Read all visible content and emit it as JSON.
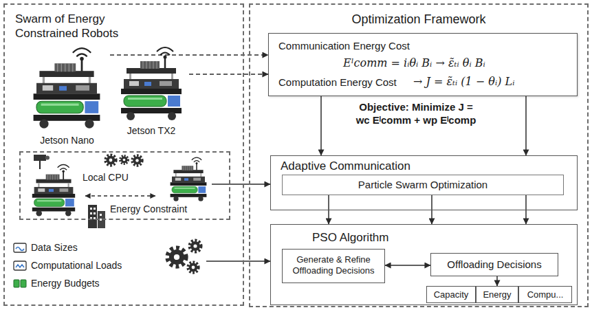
{
  "diagram": {
    "nodes": [
      {
        "text": [
          "Swarm of Energy Constrained Robots"
        ]
      },
      {
        "text": [
          "Jetson Nano"
        ],
        "in": 0
      },
      {
        "text": [
          "Jetson TX2"
        ],
        "in": 0
      },
      {
        "text": [
          "Local CPU",
          "Energy Constraint"
        ],
        "in": 0
      },
      {
        "text": [
          "Optimization Framework"
        ]
      },
      {
        "text": [
          "Communication Energy Cost",
          "Eˡcomm = iᵢθᵢ Bᵢ → ε̃ₜᵢ θᵢ Bᵢ",
          "Computation Energy Cost",
          "→ J = ε̃ₜᵢ (1 − θᵢ) Lᵢ"
        ],
        "in": 4
      },
      {
        "text": [
          "Adaptive Communication"
        ],
        "in": 4
      },
      {
        "text": [
          "Particle Swarm Optimization"
        ],
        "in": 6
      },
      {
        "text": [
          "PSO Algorithm"
        ],
        "in": 4
      },
      {
        "text": [
          "Generate & Refine Offloading Decisions"
        ],
        "in": 8
      },
      {
        "text": [
          "Offloading Decisions"
        ],
        "in": 8
      },
      {
        "text": [
          "Capacity"
        ],
        "in": 8
      },
      {
        "text": [
          "Energy"
        ],
        "in": 8
      },
      {
        "text": [
          "Compu..."
        ],
        "in": 8
      }
    ],
    "edges": [
      {
        "from": 1,
        "to": 5,
        "arrow": "to"
      },
      {
        "from": 2,
        "to": 5,
        "arrow": "to"
      },
      {
        "from": 3,
        "to": 6,
        "arrow": "to"
      },
      {
        "from": 0,
        "to": 8,
        "arrow": "to"
      },
      {
        "from": 5,
        "to": 6,
        "arrow": "to"
      },
      {
        "from": 5,
        "to": 6,
        "arrow": "to"
      },
      {
        "from": 7,
        "to": 8,
        "arrow": "to"
      },
      {
        "from": 7,
        "to": 8,
        "arrow": "to"
      },
      {
        "from": 7,
        "to": 8,
        "arrow": "to"
      },
      {
        "from": 9,
        "to": 10,
        "arrow": "both"
      },
      {
        "from": 10,
        "to": 12,
        "arrow": "to"
      }
    ],
    "labels": [
      "Objective: Minimize J = wc Eˡcomm + wp Eˡcomp"
    ],
    "legend": [
      {
        "text": "Data Sizes"
      },
      {
        "text": "Computational Loads"
      },
      {
        "text": "Energy Budgets"
      }
    ]
  }
}
